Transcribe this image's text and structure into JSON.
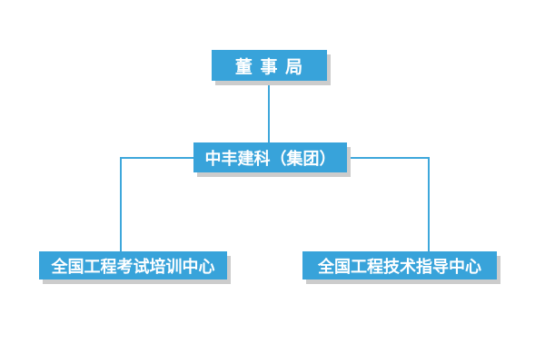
{
  "colors": {
    "accent": "#38a3da",
    "line": "#3ea7db",
    "shadow": "#cccccc",
    "text": "#ffffff",
    "background": "#ffffff"
  },
  "chart_data": {
    "type": "org-chart",
    "title": "",
    "nodes": [
      {
        "id": "root",
        "label": "董 事 局",
        "level": 1,
        "parent": null
      },
      {
        "id": "group",
        "label": "中丰建科（集团）",
        "level": 2,
        "parent": "root"
      },
      {
        "id": "left",
        "label": "全国工程考试培训中心",
        "level": 3,
        "parent": "group"
      },
      {
        "id": "right",
        "label": "全国工程技术指导中心",
        "level": 3,
        "parent": "group"
      }
    ],
    "edges": [
      [
        "root",
        "group"
      ],
      [
        "group",
        "left"
      ],
      [
        "group",
        "right"
      ]
    ]
  },
  "nodes": {
    "root": {
      "label": "董 事 局"
    },
    "group": {
      "label": "中丰建科（集团）"
    },
    "left": {
      "label": "全国工程考试培训中心"
    },
    "right": {
      "label": "全国工程技术指导中心"
    }
  }
}
